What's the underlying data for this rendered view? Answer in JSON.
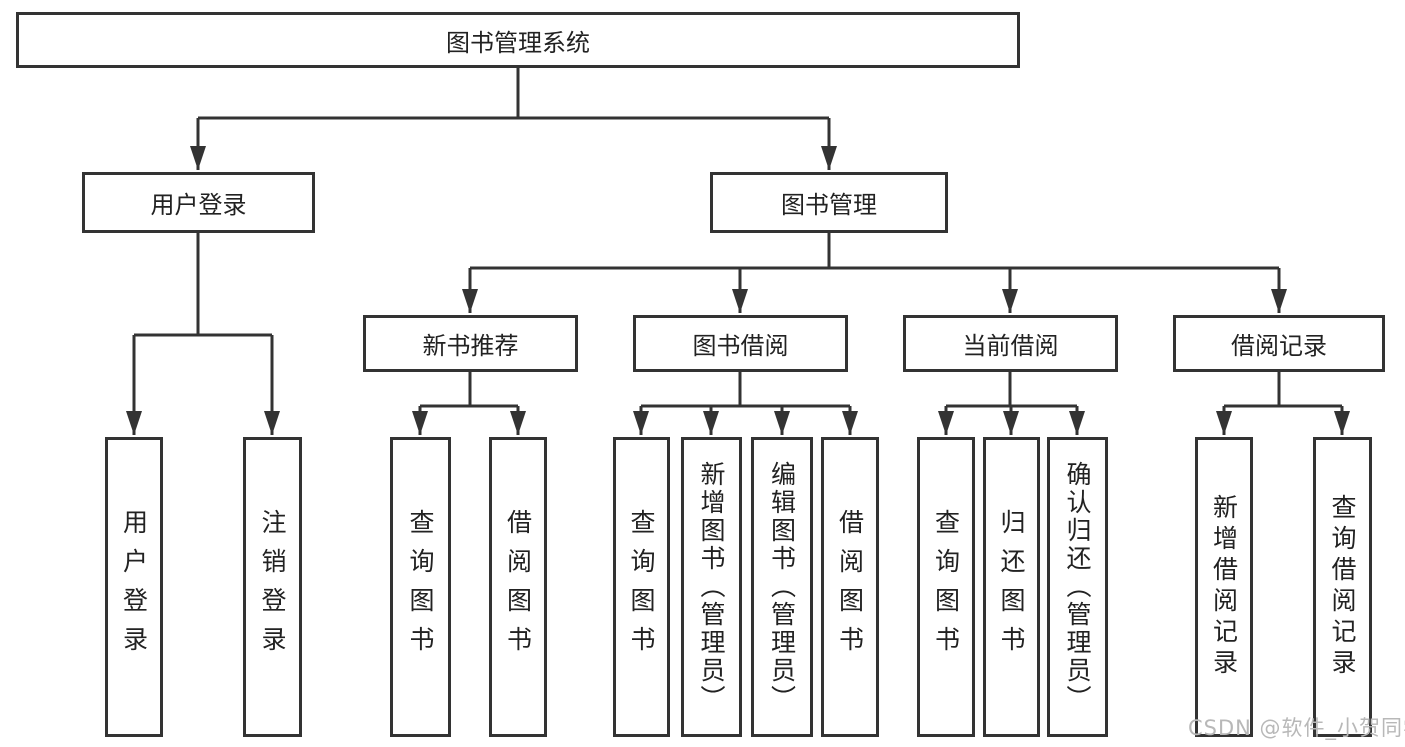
{
  "tree": {
    "label": "图书管理系统",
    "children": [
      {
        "label": "用户登录",
        "children": [
          {
            "label": "用户登录"
          },
          {
            "label": "注销登录"
          }
        ]
      },
      {
        "label": "图书管理",
        "children": [
          {
            "label": "新书推荐",
            "children": [
              {
                "label": "查询图书"
              },
              {
                "label": "借阅图书"
              }
            ]
          },
          {
            "label": "图书借阅",
            "children": [
              {
                "label": "查询图书"
              },
              {
                "label": "新增图书（管理员）"
              },
              {
                "label": "编辑图书（管理员）"
              },
              {
                "label": "借阅图书"
              }
            ]
          },
          {
            "label": "当前借阅",
            "children": [
              {
                "label": "查询图书"
              },
              {
                "label": "归还图书"
              },
              {
                "label": "确认归还（管理员）"
              }
            ]
          },
          {
            "label": "借阅记录",
            "children": [
              {
                "label": "新增借阅记录"
              },
              {
                "label": "查询借阅记录"
              }
            ]
          }
        ]
      }
    ]
  },
  "watermark": {
    "text": "CSDN @软件_小贺同学"
  },
  "colors": {
    "line": "#333333",
    "box_border": "#333333",
    "text": "#222222",
    "background": "#ffffff",
    "watermark": "#b8b8b8"
  }
}
